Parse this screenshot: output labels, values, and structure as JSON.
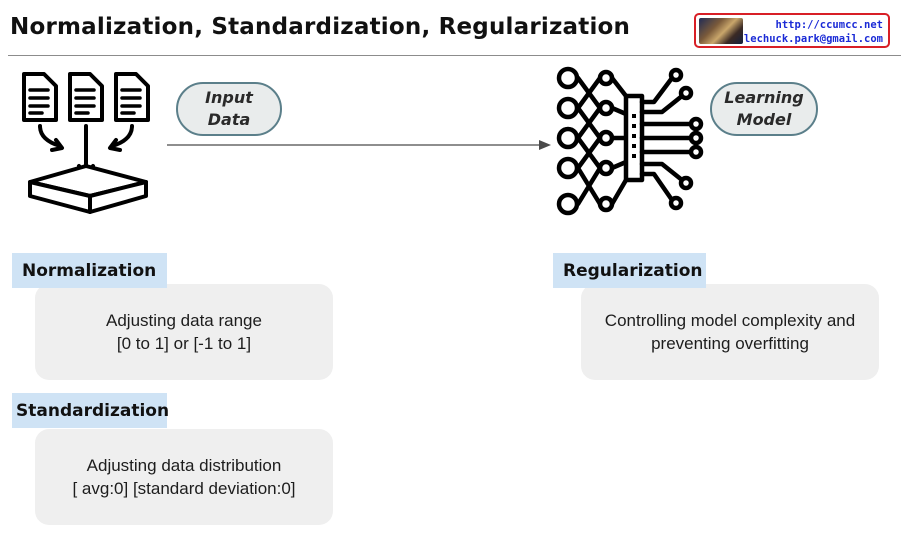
{
  "header": {
    "title": "Normalization, Standardization, Regularization",
    "credit": {
      "url": "http://ccumcc.net",
      "email": "lechuck.park@gmail.com"
    }
  },
  "flow": {
    "input_label_line1": "Input",
    "input_label_line2": "Data",
    "model_label_line1": "Learning",
    "model_label_line2": "Model",
    "input_icon": "documents-to-tray-icon",
    "model_icon": "neural-network-icon"
  },
  "concepts": {
    "normalization": {
      "title": "Normalization",
      "line1": "Adjusting data range",
      "line2": "[0 to 1] or [-1 to 1]"
    },
    "standardization": {
      "title": "Standardization",
      "line1": "Adjusting data distribution",
      "line2": "[ avg:0] [standard deviation:0]"
    },
    "regularization": {
      "title": "Regularization",
      "line1": "Controlling model complexity and",
      "line2": "preventing overfitting"
    }
  },
  "colors": {
    "tag_bg": "#cfe3f5",
    "box_bg": "#efefef",
    "pill_border": "#5b7f8a",
    "credit_border": "#d81f26",
    "credit_text": "#1b2bd6"
  }
}
